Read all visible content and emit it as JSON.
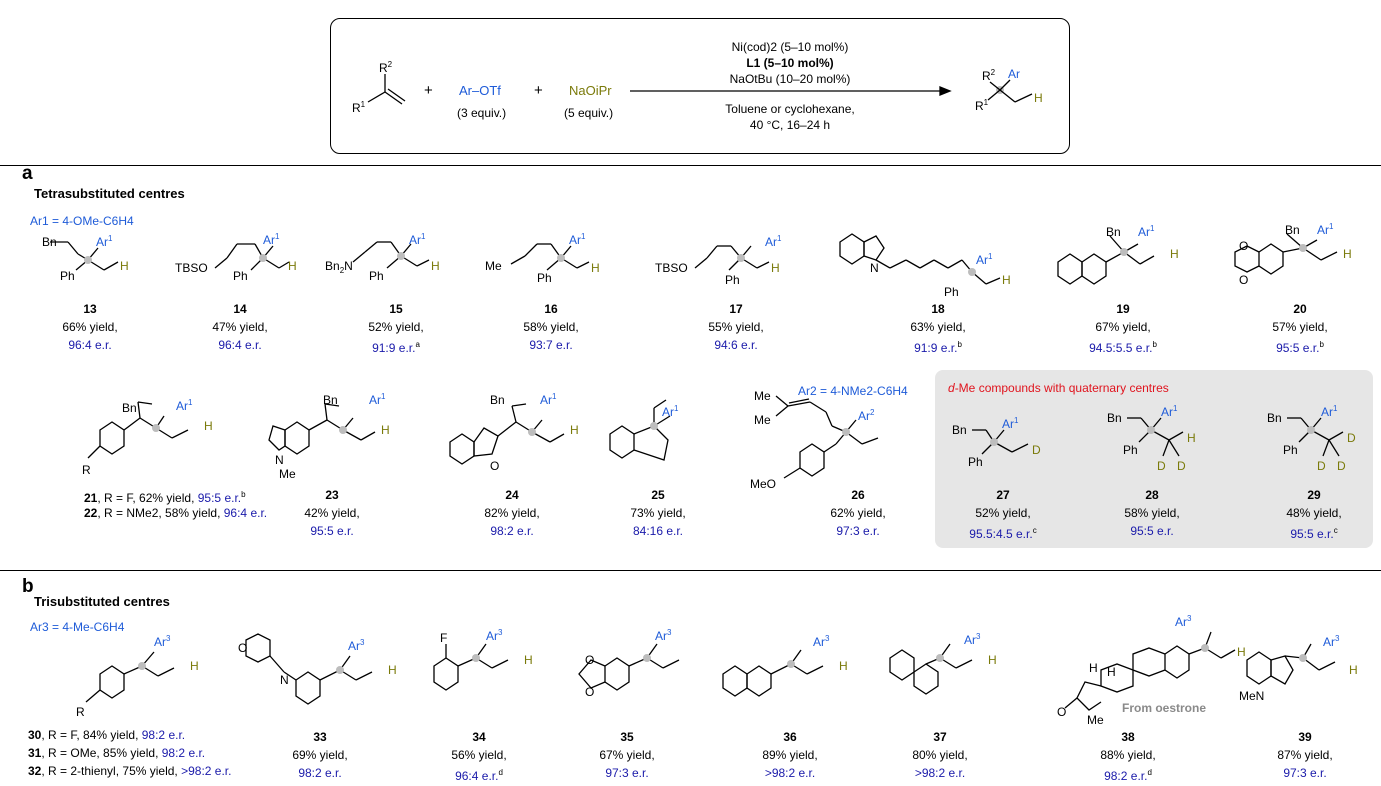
{
  "scheme": {
    "reagent_olefin_labels": [
      "R2",
      "R1"
    ],
    "plus": "+",
    "aryl_triflate": "Ar–OTf",
    "aryl_triflate_equiv": "(3 equiv.)",
    "alkoxide": "NaOiPr",
    "alkoxide_equiv": "(5 equiv.)",
    "conditions_above": [
      "Ni(cod)2 (5–10 mol%)",
      "L1 (5–10 mol%)",
      "NaOtBu (10–20 mol%)"
    ],
    "conditions_below": [
      "Toluene or cyclohexane,",
      "40 °C, 16–24 h"
    ],
    "product_labels": [
      "R2",
      "Ar",
      "R1",
      "H"
    ]
  },
  "section_a": {
    "letter": "a",
    "heading": "Tetrasubstituted centres",
    "ar_definition": "Ar1 = 4-OMe-C6H4",
    "compounds_row1": [
      {
        "num": "13",
        "yield": "66% yield,",
        "er": "96:4 e.r.",
        "note": ""
      },
      {
        "num": "14",
        "yield": "47% yield,",
        "er": "96:4 e.r.",
        "note": ""
      },
      {
        "num": "15",
        "yield": "52% yield,",
        "er": "91:9 e.r.",
        "note": "a"
      },
      {
        "num": "16",
        "yield": "58% yield,",
        "er": "93:7 e.r.",
        "note": ""
      },
      {
        "num": "17",
        "yield": "55% yield,",
        "er": "94:6 e.r.",
        "note": ""
      },
      {
        "num": "18",
        "yield": "63% yield,",
        "er": "91:9 e.r.",
        "note": "b"
      },
      {
        "num": "19",
        "yield": "67% yield,",
        "er": "94.5:5.5 e.r.",
        "note": "b"
      },
      {
        "num": "20",
        "yield": "57% yield,",
        "er": "95:5 e.r.",
        "note": "b"
      }
    ],
    "compounds_row2": [
      {
        "num": "21",
        "text": ", R = F, 62% yield, ",
        "er": "95:5 e.r.",
        "note": "b"
      },
      {
        "num": "22",
        "text": ", R = NMe2, 58% yield, ",
        "er": "96:4 e.r.",
        "note": ""
      },
      {
        "num": "23",
        "yield": "42% yield,",
        "er": "95:5 e.r.",
        "note": ""
      },
      {
        "num": "24",
        "yield": "82% yield,",
        "er": "98:2 e.r.",
        "note": ""
      },
      {
        "num": "25",
        "yield": "73% yield,",
        "er": "84:16 e.r.",
        "note": ""
      },
      {
        "num": "26",
        "yield": "62% yield,",
        "er": "97:3 e.r.",
        "note": ""
      }
    ],
    "ar2_definition": "Ar2 = 4-NMe2-C6H4",
    "dme_heading": "d-Me compounds with quaternary centres",
    "dme_compounds": [
      {
        "num": "27",
        "yield": "52% yield,",
        "er": "95.5:4.5 e.r.",
        "note": "c"
      },
      {
        "num": "28",
        "yield": "58% yield,",
        "er": "95:5 e.r.",
        "note": ""
      },
      {
        "num": "29",
        "yield": "48% yield,",
        "er": "95:5 e.r.",
        "note": "c"
      }
    ]
  },
  "section_b": {
    "letter": "b",
    "heading": "Trisubstituted centres",
    "ar_definition": "Ar3 = 4-Me-C6H4",
    "compounds": [
      {
        "num": "30",
        "text": ", R = F, 84% yield, ",
        "er": "98:2 e.r.",
        "note": ""
      },
      {
        "num": "31",
        "text": ", R = OMe, 85% yield, ",
        "er": "98:2 e.r.",
        "note": ""
      },
      {
        "num": "32",
        "text": ", R = 2-thienyl, 75% yield, ",
        "er": ">98:2 e.r.",
        "note": ""
      },
      {
        "num": "33",
        "yield": "69% yield,",
        "er": "98:2 e.r.",
        "note": ""
      },
      {
        "num": "34",
        "yield": "56% yield,",
        "er": "96:4 e.r.",
        "note": "d"
      },
      {
        "num": "35",
        "yield": "67% yield,",
        "er": "97:3 e.r.",
        "note": ""
      },
      {
        "num": "36",
        "yield": "89% yield,",
        "er": ">98:2 e.r.",
        "note": ""
      },
      {
        "num": "37",
        "yield": "80% yield,",
        "er": ">98:2 e.r.",
        "note": ""
      },
      {
        "num": "38",
        "yield": "88% yield,",
        "er": "98:2 e.r.",
        "note": "d"
      },
      {
        "num": "39",
        "yield": "87% yield,",
        "er": "97:3 e.r.",
        "note": ""
      }
    ],
    "oestrone_note": "From oestrone"
  },
  "structure_labels": {
    "Bn": "Bn",
    "Ph": "Ph",
    "H": "H",
    "D": "D",
    "Ar1": "Ar1",
    "Ar2": "Ar2",
    "Ar3": "Ar3",
    "TBSO": "TBSO",
    "Bn2N": "Bn2N",
    "Me": "Me",
    "MeO": "MeO",
    "MeN": "MeN",
    "N": "N",
    "O": "O",
    "F": "F",
    "R": "R"
  },
  "colors": {
    "aryl": "#1e5bd8",
    "er": "#1a1aaa",
    "hydrogen": "#7a7a0a",
    "highlight": "#e0141e",
    "panel": "#e6e6e6"
  }
}
